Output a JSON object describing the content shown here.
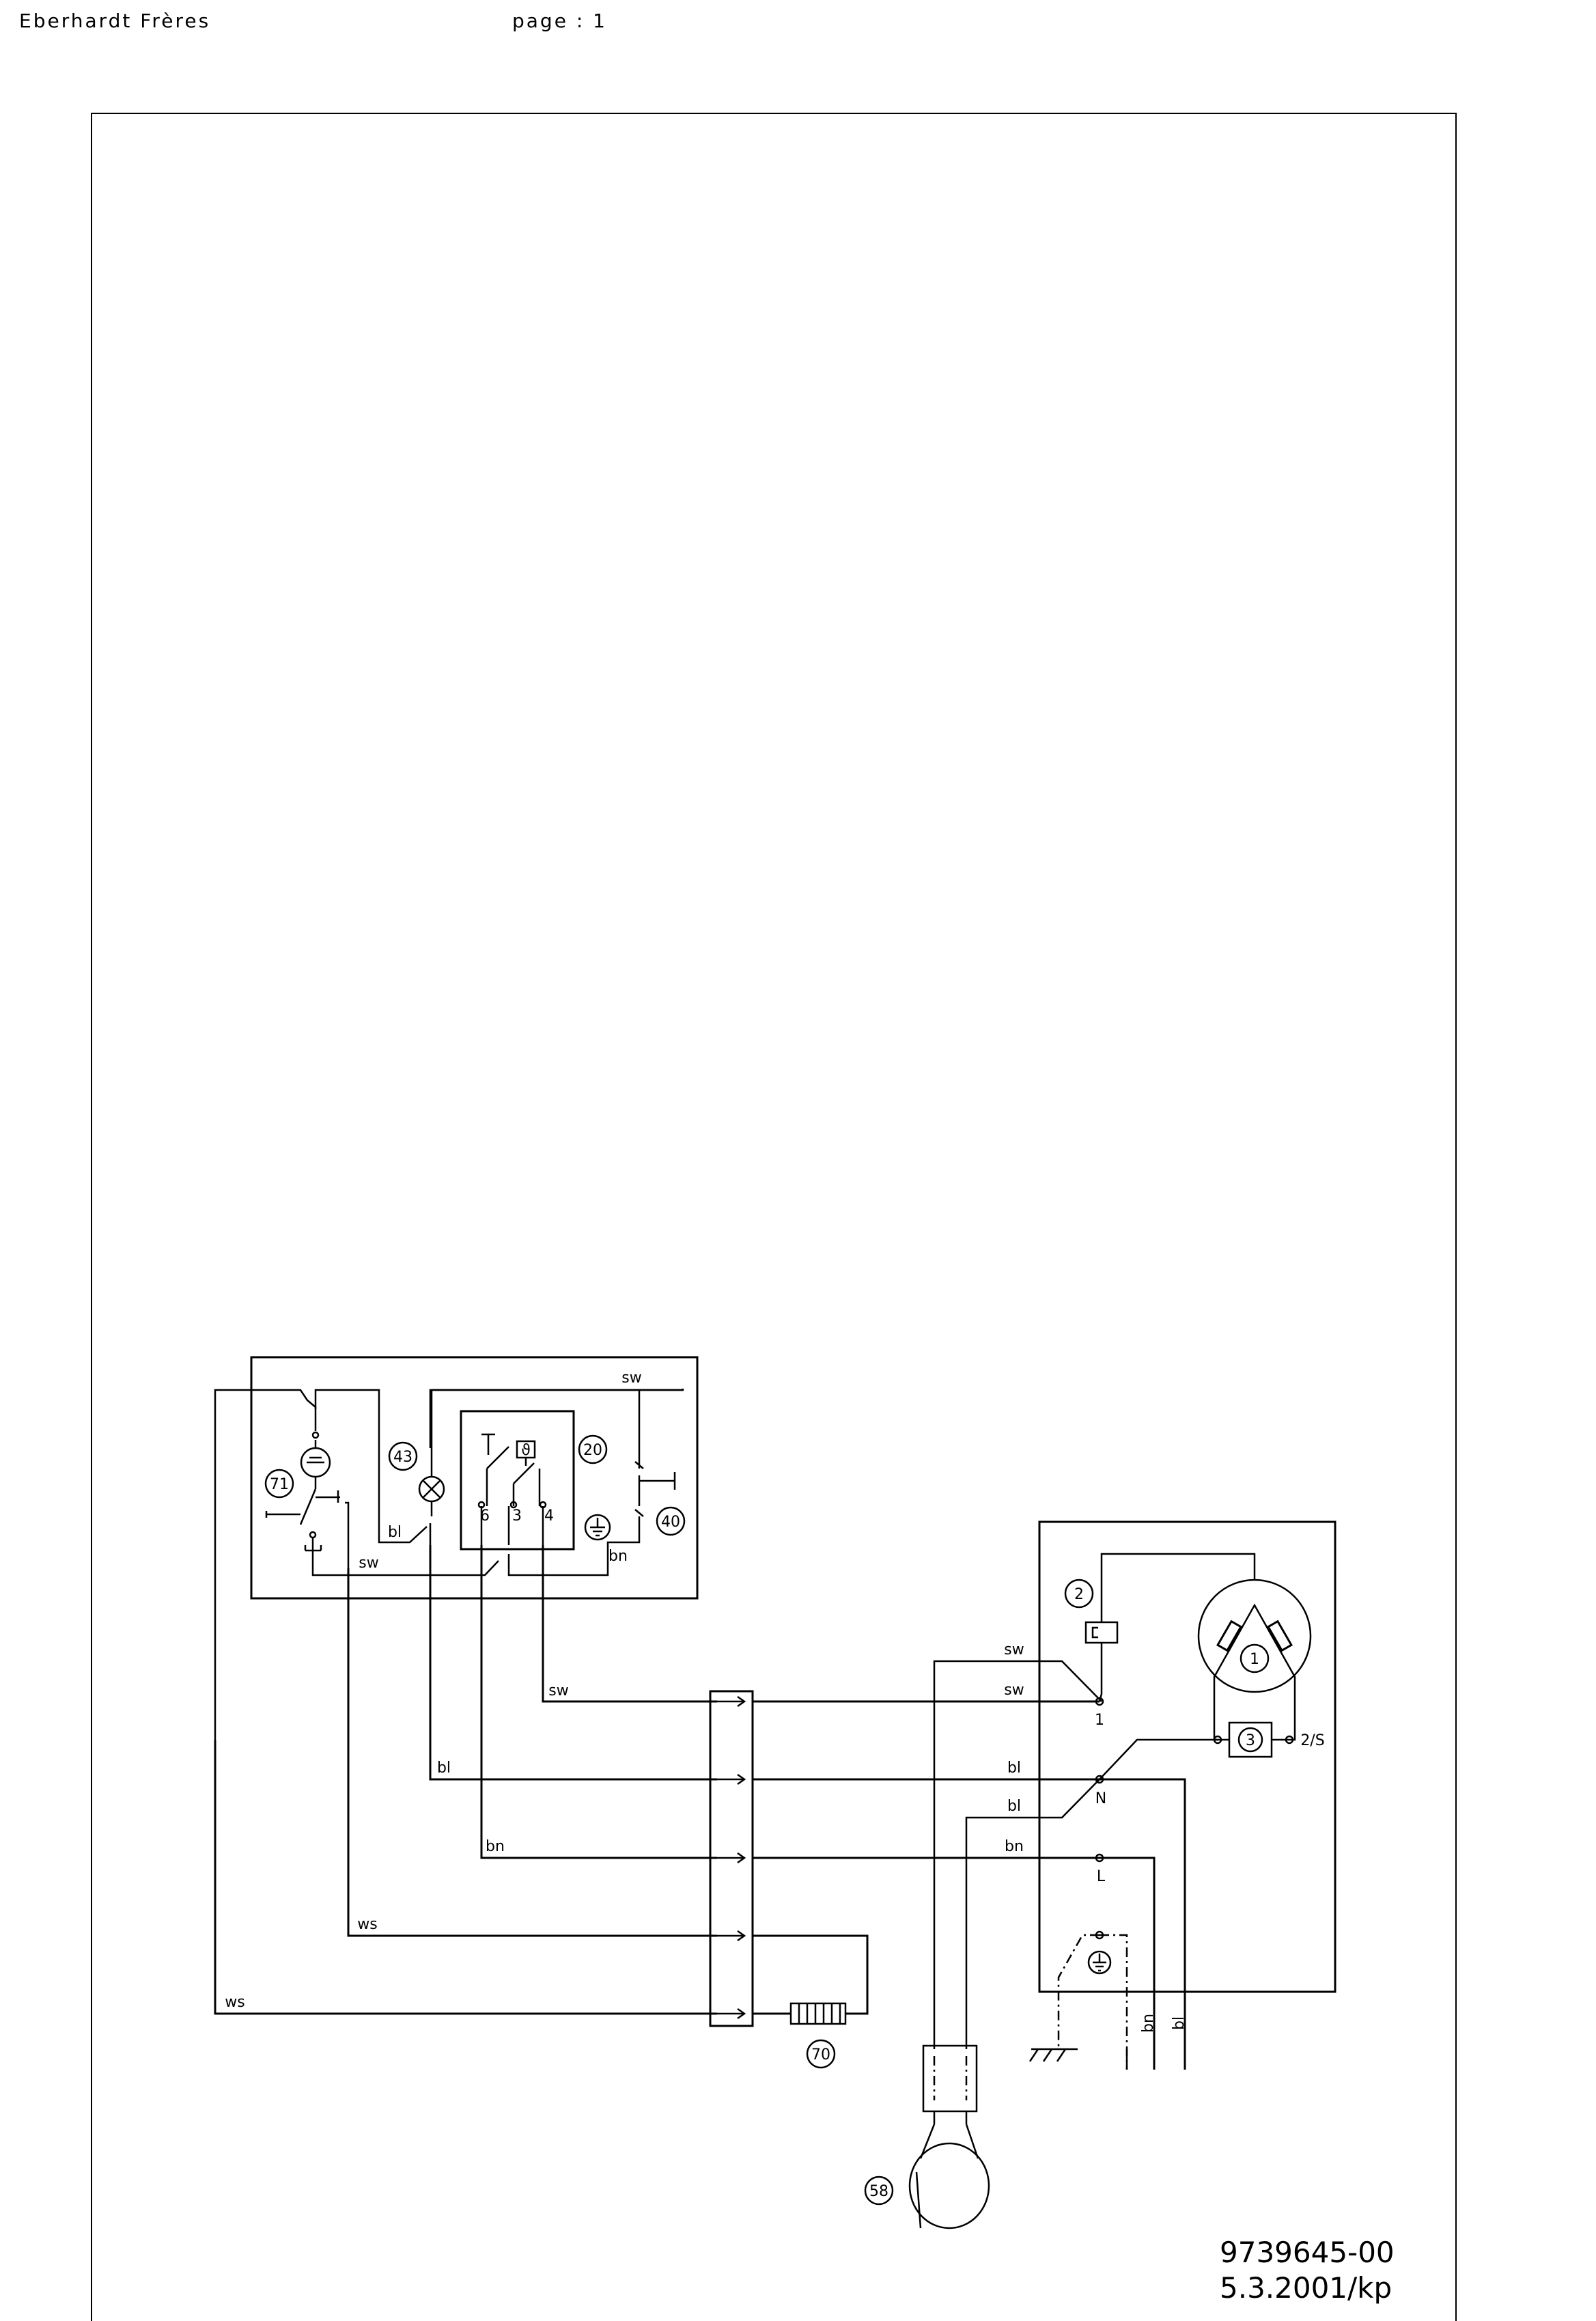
{
  "header": {
    "company": "Eberhardt Frères",
    "page_label": "page : 1"
  },
  "components": {
    "c71": "71",
    "c43": "43",
    "c20": "20",
    "c40": "40",
    "c2": "2",
    "c1": "1",
    "c3": "3",
    "c70": "70",
    "c58": "58"
  },
  "terminals": {
    "t6": "6",
    "t3": "3",
    "t4": "4",
    "t1": "1",
    "tN": "N",
    "tL": "L",
    "t2s": "2/S"
  },
  "wires": {
    "sw_top": "sw",
    "bl_43": "bl",
    "sw_bottom": "sw",
    "bn_box": "bn",
    "sw_main": "sw",
    "bl_main": "bl",
    "bn_main": "bn",
    "ws_1": "ws",
    "ws_2": "ws",
    "sw_r1": "sw",
    "sw_r2": "sw",
    "bl_r1": "bl",
    "bl_r2": "bl",
    "bn_r": "bn",
    "bn_v": "bn",
    "bl_v": "bl"
  },
  "footer": {
    "doc_number": "9739645-00",
    "date_code": "5.3.2001/kp"
  }
}
